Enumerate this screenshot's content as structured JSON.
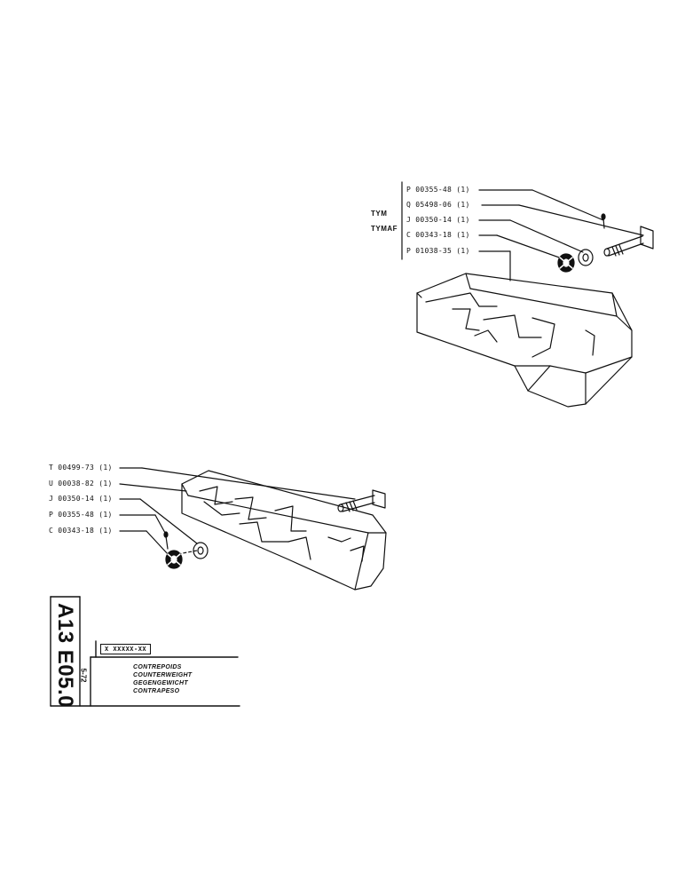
{
  "top_assembly": {
    "variants": [
      "TYM",
      "TYMAF"
    ],
    "parts": [
      "P 00355-48 (1)",
      "Q 05498-06 (1)",
      "J 00350-14 (1)",
      "C 00343-18 (1)",
      "P 01038-35 (1)"
    ]
  },
  "bottom_assembly": {
    "parts": [
      "T 00499-73 (1)",
      "U 00038-82 (1)",
      "J 00350-14 (1)",
      "P 00355-48 (1)",
      "C 00343-18 (1)"
    ]
  },
  "title_block": {
    "code": "A13 E05.0",
    "date": "5-72",
    "serial": "X XXXXX-XX",
    "names": [
      "CONTREPOIDS",
      "COUNTERWEIGHT",
      "GEGENGEWICHT",
      "CONTRAPESO"
    ]
  }
}
